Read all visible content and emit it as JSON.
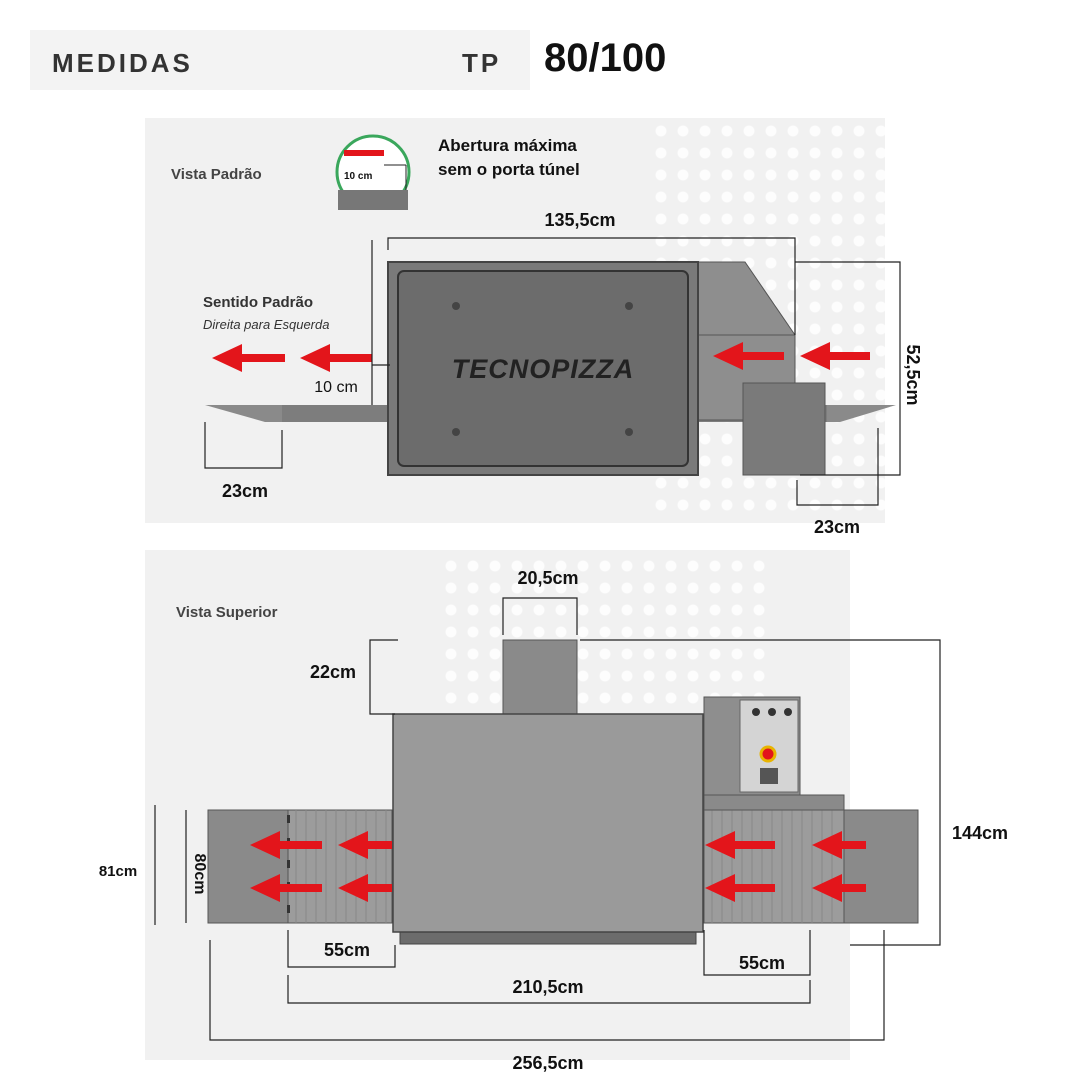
{
  "header": {
    "medidas": "MEDIDAS",
    "tp": "TP",
    "model": "80/100"
  },
  "front_view": {
    "label": "Vista Padrão",
    "opening_note_line1": "Abertura máxima",
    "opening_note_line2": "sem o porta túnel",
    "detail_label": "10 cm",
    "direction_title": "Sentido Padrão",
    "direction_subtitle": "Direita para Esquerda",
    "brand": "TECNOPIZZA",
    "dim_width": "135,5cm",
    "dim_height": "52,5cm",
    "dim_opening": "10 cm",
    "dim_left_belt": "23cm",
    "dim_right_belt": "23cm"
  },
  "top_view": {
    "label": "Vista Superior",
    "dim_chimney_width": "20,5cm",
    "dim_chimney_height": "22cm",
    "dim_total_depth": "144cm",
    "dim_outer_belt": "81cm",
    "dim_inner_belt": "80cm",
    "dim_left_entry": "55cm",
    "dim_right_entry": "55cm",
    "dim_belt_length": "210,5cm",
    "dim_total_length": "256,5cm"
  },
  "colors": {
    "arrow": "#e3151b",
    "oven_body": "#7a7a7a",
    "oven_dark": "#5a5a5a",
    "belt": "#9a9a9a",
    "detail_ring": "#3aa75c"
  }
}
